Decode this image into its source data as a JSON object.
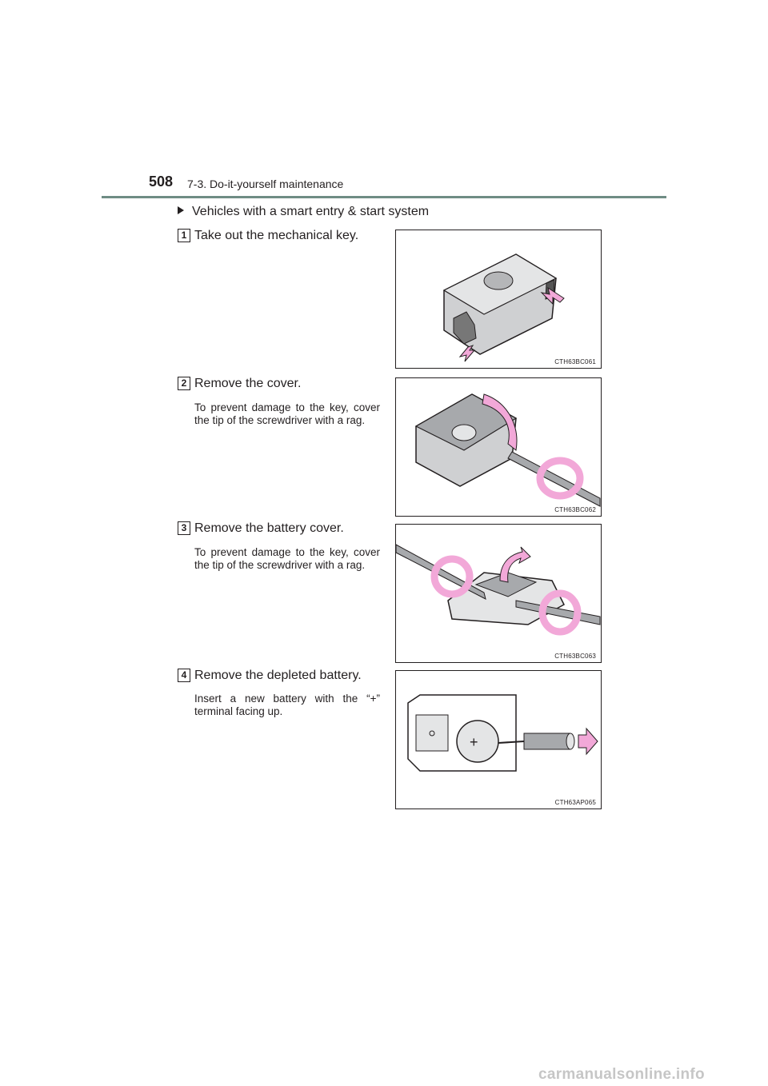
{
  "header": {
    "page_number": "508",
    "section": "7-3. Do-it-yourself maintenance"
  },
  "subheading": "Vehicles with a smart entry & start system",
  "steps": [
    {
      "number": "1",
      "title": "Take out the mechanical key.",
      "note": "",
      "figure_code": "CTH63BC061"
    },
    {
      "number": "2",
      "title": "Remove the cover.",
      "note": "To prevent damage to the key, cover the tip of the screwdriver with a rag.",
      "figure_code": "CTH63BC062"
    },
    {
      "number": "3",
      "title": "Remove the battery cover.",
      "note": "To prevent damage to the key, cover the tip of the screwdriver with a rag.",
      "figure_code": "CTH63BC063"
    },
    {
      "number": "4",
      "title": "Remove the depleted battery.",
      "note": "Insert a new battery with the “+” terminal facing up.",
      "figure_code": "CTH63AP065"
    }
  ],
  "watermark": "carmanualsonline.info",
  "colors": {
    "rule": "#6f8c84",
    "arrow": "#f2a8d8",
    "key_gray": "#cfd0d2"
  }
}
